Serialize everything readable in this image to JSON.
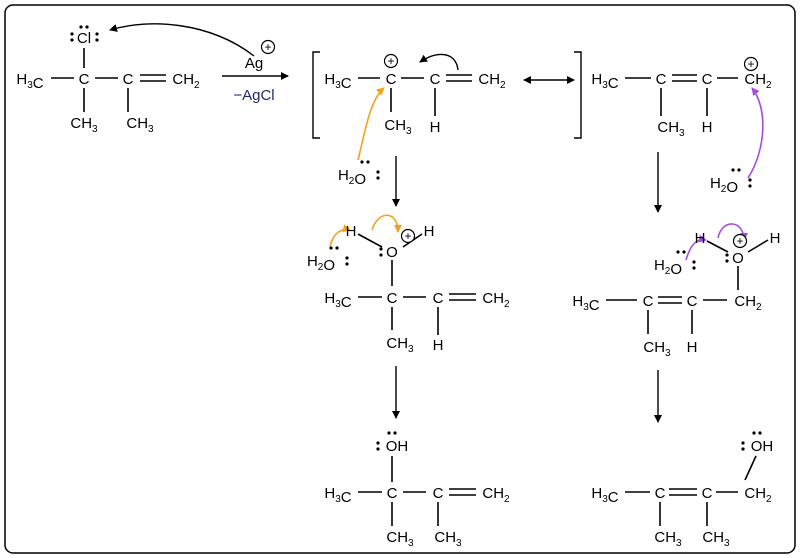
{
  "reagent": {
    "ag": "Ag",
    "minus_agcl": "−AgCl"
  },
  "atoms": {
    "c": "C",
    "cl": "Cl",
    "h": "H",
    "o": "O",
    "oh": "OH",
    "h3c": "H3C",
    "ch3": "CH3",
    "ch2": "CH2",
    "h2o": "H2O",
    "plus": "+"
  },
  "colors": {
    "orange": "#f5a11a",
    "purple": "#a24cde",
    "blue": "#1a2a6c"
  }
}
